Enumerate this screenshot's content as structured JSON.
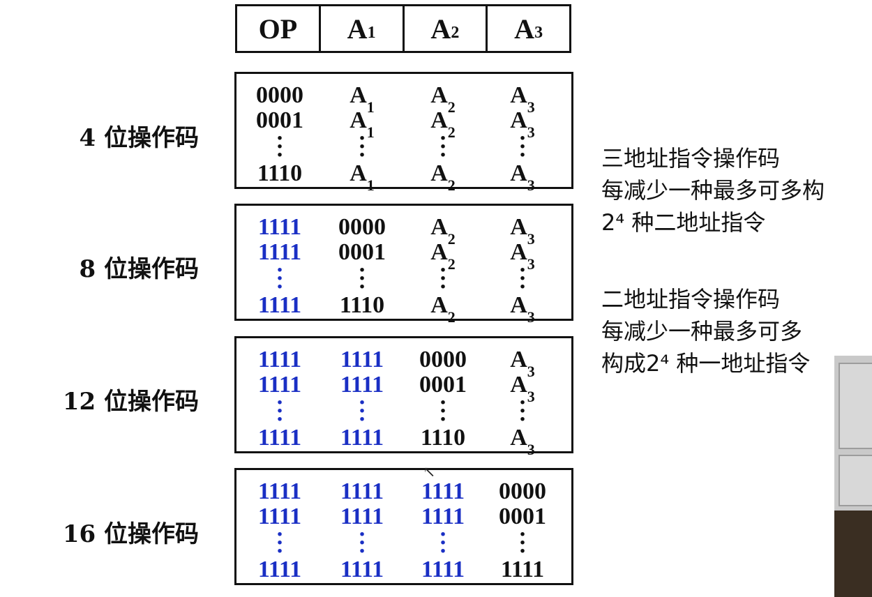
{
  "header": [
    "OP",
    "A1",
    "A2",
    "A3"
  ],
  "rows": [
    {
      "label": "4 位操作码",
      "columns": [
        {
          "first": "0000",
          "second": "0001",
          "last": "1110",
          "blue": false
        },
        {
          "first": "A1",
          "second": "A1",
          "last": "A1",
          "blue": false
        },
        {
          "first": "A2",
          "second": "A2",
          "last": "A2",
          "blue": false
        },
        {
          "first": "A3",
          "second": "A3",
          "last": "A3",
          "blue": false
        }
      ]
    },
    {
      "label": "8 位操作码",
      "columns": [
        {
          "first": "1111",
          "second": "1111",
          "last": "1111",
          "blue": true
        },
        {
          "first": "0000",
          "second": "0001",
          "last": "1110",
          "blue": false
        },
        {
          "first": "A2",
          "second": "A2",
          "last": "A2",
          "blue": false
        },
        {
          "first": "A3",
          "second": "A3",
          "last": "A3",
          "blue": false
        }
      ]
    },
    {
      "label": "12 位操作码",
      "columns": [
        {
          "first": "1111",
          "second": "1111",
          "last": "1111",
          "blue": true
        },
        {
          "first": "1111",
          "second": "1111",
          "last": "1111",
          "blue": true
        },
        {
          "first": "0000",
          "second": "0001",
          "last": "1110",
          "blue": false
        },
        {
          "first": "A3",
          "second": "A3",
          "last": "A3",
          "blue": false
        }
      ]
    },
    {
      "label": "16 位操作码",
      "columns": [
        {
          "first": "1111",
          "second": "1111",
          "last": "1111",
          "blue": true
        },
        {
          "first": "1111",
          "second": "1111",
          "last": "1111",
          "blue": true
        },
        {
          "first": "1111",
          "second": "1111",
          "last": "1111",
          "blue": true
        },
        {
          "first": "0000",
          "second": "0001",
          "last": "1111",
          "blue": false
        }
      ]
    }
  ],
  "notes": [
    [
      "三地址指令操作码",
      "每减少一种最多可多构",
      "2⁴ 种二地址指令"
    ],
    [
      "二地址指令操作码",
      "每减少一种最多可多",
      "构成2⁴ 种一地址指令"
    ]
  ],
  "colors": {
    "blue": "#1a2fc4",
    "ink": "#111111"
  }
}
